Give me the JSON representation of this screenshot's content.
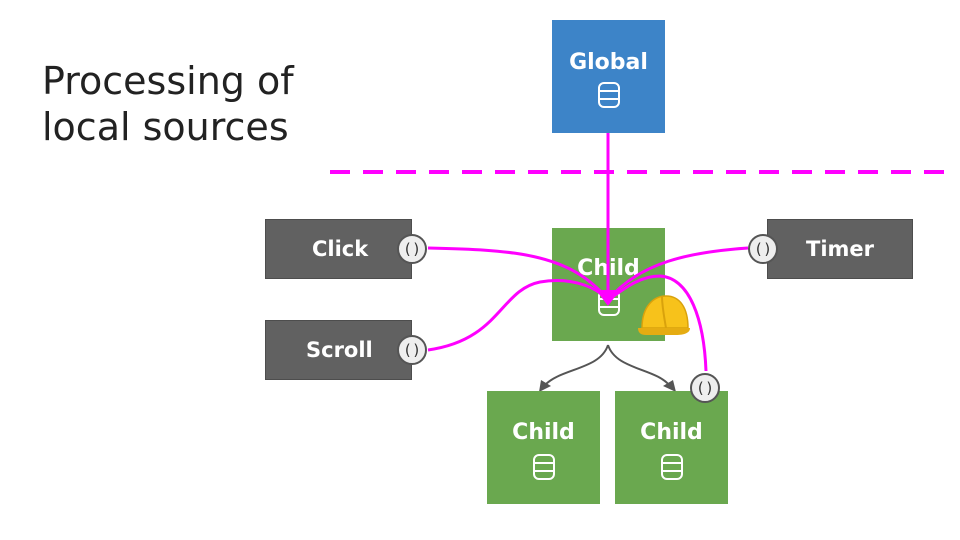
{
  "title_line1": "Processing of",
  "title_line2": "local sources",
  "nodes": {
    "global": "Global",
    "child_main": "Child",
    "child_left": "Child",
    "child_right": "Child"
  },
  "sources": {
    "click": "Click",
    "scroll": "Scroll",
    "timer": "Timer"
  },
  "fn_symbol": "()",
  "colors": {
    "global": "#3d84c8",
    "child": "#6aa84f",
    "source": "#616161",
    "flow": "#ff00ff",
    "separator": "#ff00ff"
  },
  "icons": [
    "database-icon",
    "hard-hat-icon",
    "function-icon"
  ]
}
